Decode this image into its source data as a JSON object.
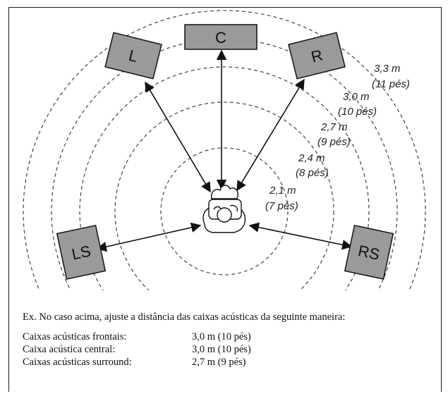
{
  "speakers": {
    "left": "L",
    "center": "C",
    "right": "R",
    "left_surround": "LS",
    "right_surround": "RS"
  },
  "distances": [
    {
      "m": "2,1 m",
      "ft": "(7 pés)"
    },
    {
      "m": "2,4 m",
      "ft": "(8 pés)"
    },
    {
      "m": "2,7 m",
      "ft": "(9 pés)"
    },
    {
      "m": "3,0 m",
      "ft": "(10 pés)"
    },
    {
      "m": "3,3 m",
      "ft": "(11 pés)"
    }
  ],
  "example_text": "Ex. No caso acima, ajuste a distância das caixas acústicas da seguinte maneira:",
  "settings": [
    {
      "label": "Caixas acústicas frontais:",
      "value": "3,0 m (10 pés)"
    },
    {
      "label": "Caixa acústica central:",
      "value": "3,0 m (10 pés)"
    },
    {
      "label": "Caixas acústicas surround:",
      "value": "2,7 m (9 pés)"
    }
  ],
  "colors": {
    "speaker_fill": "#9a9a9a",
    "line": "#111111"
  }
}
